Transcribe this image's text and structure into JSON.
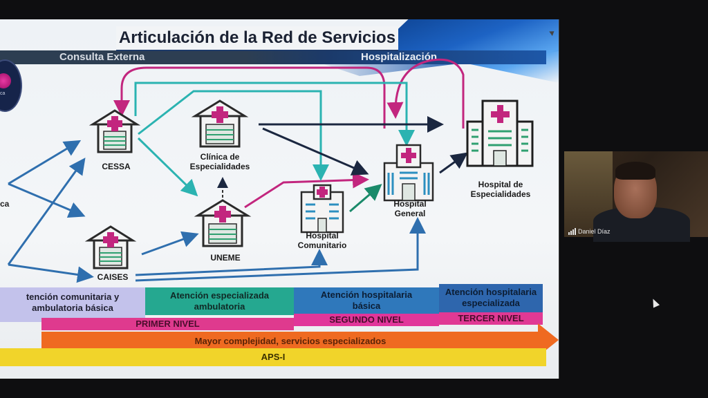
{
  "slide": {
    "title": "Articulación de la Red de Servicios",
    "section_left": "Consulta Externa",
    "section_right": "Hospitalización",
    "logo_text": "ca",
    "cut_label": "ca"
  },
  "nodes": {
    "cessa": "CESSA",
    "clinica": "Clínica de\nEspecialidades",
    "uneme": "UNEME",
    "caises": "CAISES",
    "hospital_comunitario": "Hospital\nComunitario",
    "hospital_general": "Hospital\nGeneral",
    "hospital_especialidades": "Hospital de\nEspecialidades"
  },
  "bands": {
    "atencion_comunitaria": "tención comunitaria y\nambulatoria básica",
    "atencion_especializada_amb": "Atención especializada\nambulatoria",
    "atencion_hosp_basica": "Atención hospitalaria\nbásica",
    "atencion_hosp_especializada": "Atención hospitalaria\nespecializada",
    "primer_nivel": "PRIMER NIVEL",
    "segundo_nivel": "SEGUNDO NIVEL",
    "tercer_nivel": "TERCER NIVEL",
    "complejidad": "Mayor complejidad, servicios especializados",
    "aps": "APS-I"
  },
  "video": {
    "participant_name": "Daniel Díaz"
  },
  "colors": {
    "magenta": "#c2267e",
    "teal": "#2bb3b1",
    "navy": "#1b2740",
    "blue": "#2f6fae",
    "green_arrow": "#1a8a6a"
  }
}
